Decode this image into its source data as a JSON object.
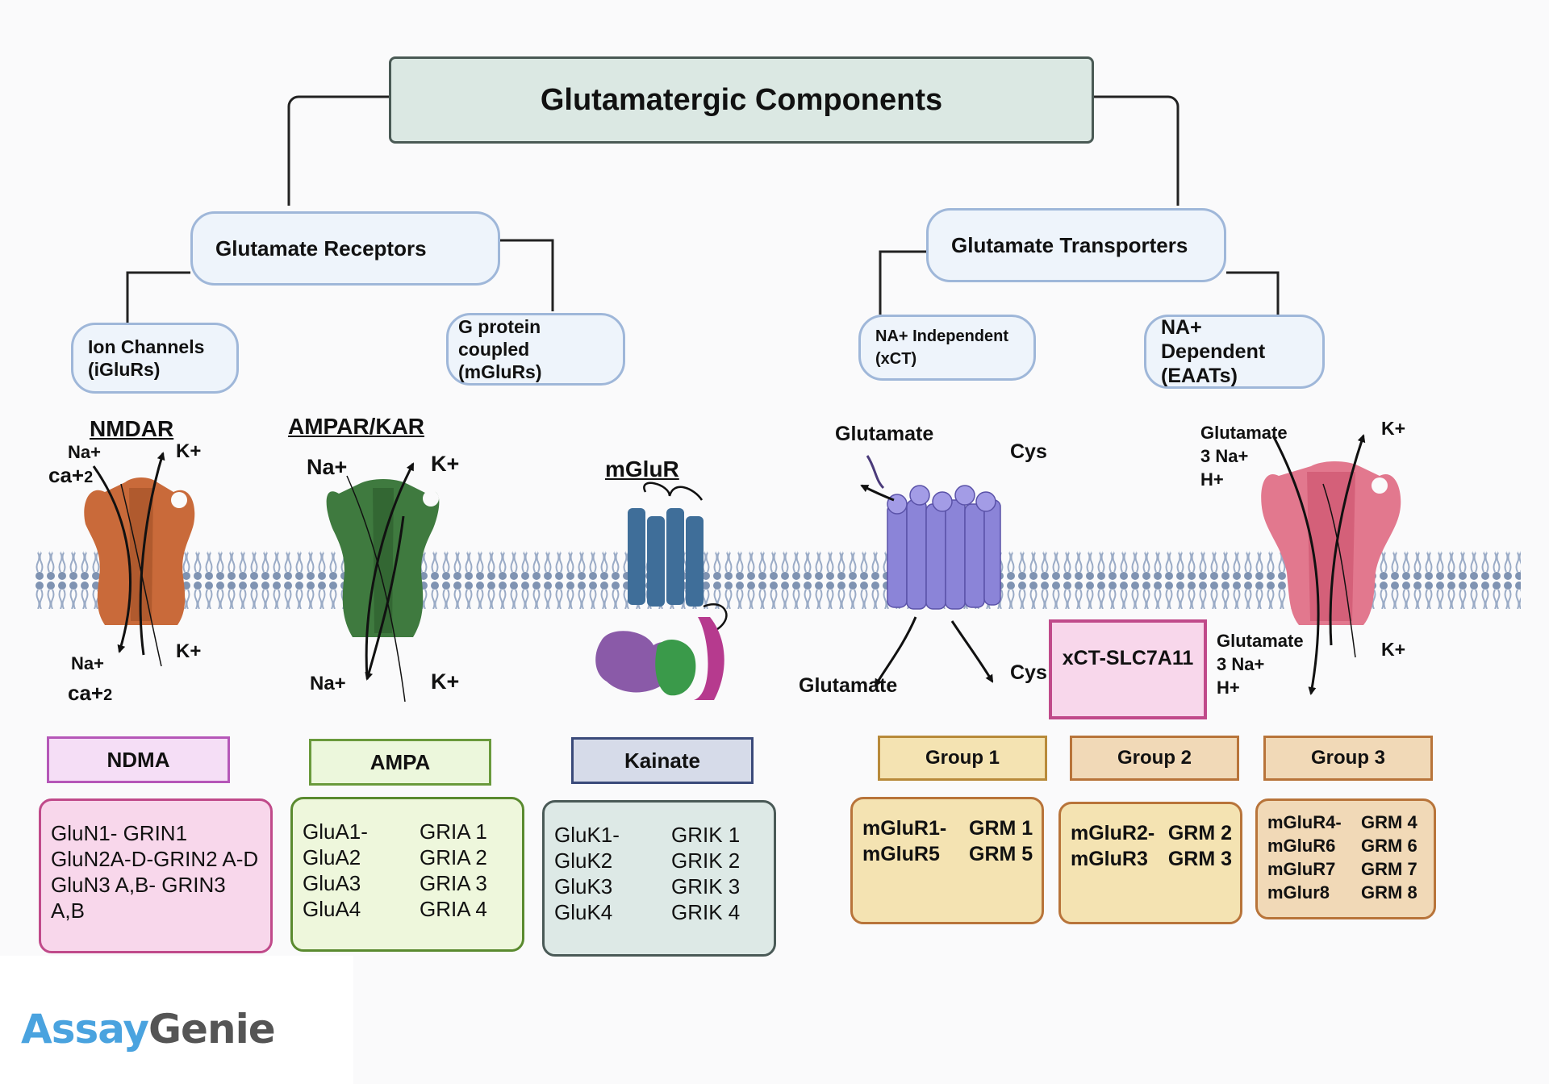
{
  "title": "Glutamatergic Components",
  "branches": {
    "receptors": "Glutamate Receptors",
    "transporters": "Glutamate Transporters"
  },
  "sub": {
    "ion_channels": [
      "Ion Channels",
      "(iGluRs)"
    ],
    "gpcr": [
      "G protein coupled",
      "(mGluRs)"
    ],
    "na_independent": [
      "NA+ Independent",
      "(xCT)"
    ],
    "na_dependent": [
      "NA+ Dependent",
      "(EAATs)"
    ]
  },
  "labels": {
    "nmdar": "NMDAR",
    "ampar": "AMPAR/KAR",
    "mglur": "mGluR",
    "na_plus": "Na+",
    "k_plus": "K+",
    "ca": "ca+",
    "ca_sub": "2",
    "glutamate": "Glutamate",
    "cys": "Cys",
    "xct": "xCT-SLC7A11",
    "three_na": "3 Na+",
    "h_plus": "H+"
  },
  "categories": {
    "ndma": "NDMA",
    "ampa": "AMPA",
    "kainate": "Kainate",
    "group1": "Group 1",
    "group2": "Group 2",
    "group3": "Group 3"
  },
  "genes": {
    "ndma": [
      "GluN1- GRIN1",
      "GluN2A-D-GRIN2 A-D",
      "GluN3 A,B- GRIN3 A,B"
    ],
    "ampa": [
      [
        "GluA1-",
        "GRIA 1"
      ],
      [
        "GluA2",
        "GRIA 2"
      ],
      [
        "GluA3",
        "GRIA 3"
      ],
      [
        "GluA4",
        "GRIA 4"
      ]
    ],
    "kainate": [
      [
        "GluK1-",
        "GRIK 1"
      ],
      [
        "GluK2",
        "GRIK 2"
      ],
      [
        "GluK3",
        "GRIK 3"
      ],
      [
        "GluK4",
        "GRIK 4"
      ]
    ],
    "group1": [
      [
        "mGluR1-",
        "GRM 1"
      ],
      [
        "mGluR5",
        "GRM  5"
      ]
    ],
    "group2": [
      [
        "mGluR2-",
        "GRM 2"
      ],
      [
        "mGluR3",
        "GRM  3"
      ]
    ],
    "group3": [
      [
        "mGluR4-",
        "GRM 4"
      ],
      [
        "mGluR6",
        "GRM  6"
      ],
      [
        "mGluR7",
        "GRM  7"
      ],
      [
        "mGlur8",
        "GRM  8"
      ]
    ]
  },
  "logo": {
    "part1": "Assay",
    "part2": "Genie"
  },
  "colors": {
    "nmdar": "#c96a3a",
    "ampar": "#3f7a3f",
    "mglur": "#3f6e99",
    "xct": "#8b84d8",
    "eaat": "#e2788e",
    "membrane": "#7f93b2",
    "logo_blue": "#4aa3df",
    "logo_gray": "#555555"
  }
}
